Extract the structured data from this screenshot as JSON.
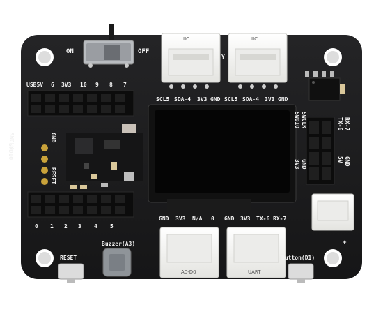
{
  "board": {
    "colors": {
      "pcb": "#1c1c1e",
      "connector": "#f4f4f2",
      "header": "#0c0c0c",
      "display": "#050505",
      "pin": "#d8d8d8",
      "gold": "#c9a23a"
    }
  },
  "power_switch": {
    "on_label": "ON",
    "off_label": "OFF"
  },
  "grove_top_left": {
    "label": "IIC",
    "pins": [
      "SCL5",
      "SDA-4",
      "3V3",
      "GND"
    ]
  },
  "grove_top_right": {
    "label": "IIC",
    "pins": [
      "SCL5",
      "SDA-4",
      "3V3",
      "GND"
    ]
  },
  "grove_bottom_left": {
    "label": "A0-D0",
    "pins": [
      "GND",
      "3V3",
      "N/A",
      "0"
    ]
  },
  "grove_bottom_right": {
    "label": "UART",
    "pins": [
      "GND",
      "3V3",
      "TX-6",
      "RX-7"
    ]
  },
  "header_top_labels": [
    "USB5V",
    "6",
    "3V3",
    "10",
    "9",
    "8",
    "7"
  ],
  "header_bottom_labels": [
    "0",
    "1",
    "2",
    "3",
    "4",
    "5"
  ],
  "swd_labels": [
    "SWDIO",
    "SWCLK",
    "GND",
    "RESET"
  ],
  "right_header_labels": [
    "SWDIO",
    "SWCLK",
    "TX-6",
    "RX-7",
    "3V3",
    "GND",
    "5V",
    "GND"
  ],
  "buttons": {
    "reset_label": "RESET",
    "user_label": "Button(D1)"
  },
  "buzzer_label": "Buzzer(A3)",
  "marks": {
    "plus": "+",
    "y": "Y"
  }
}
